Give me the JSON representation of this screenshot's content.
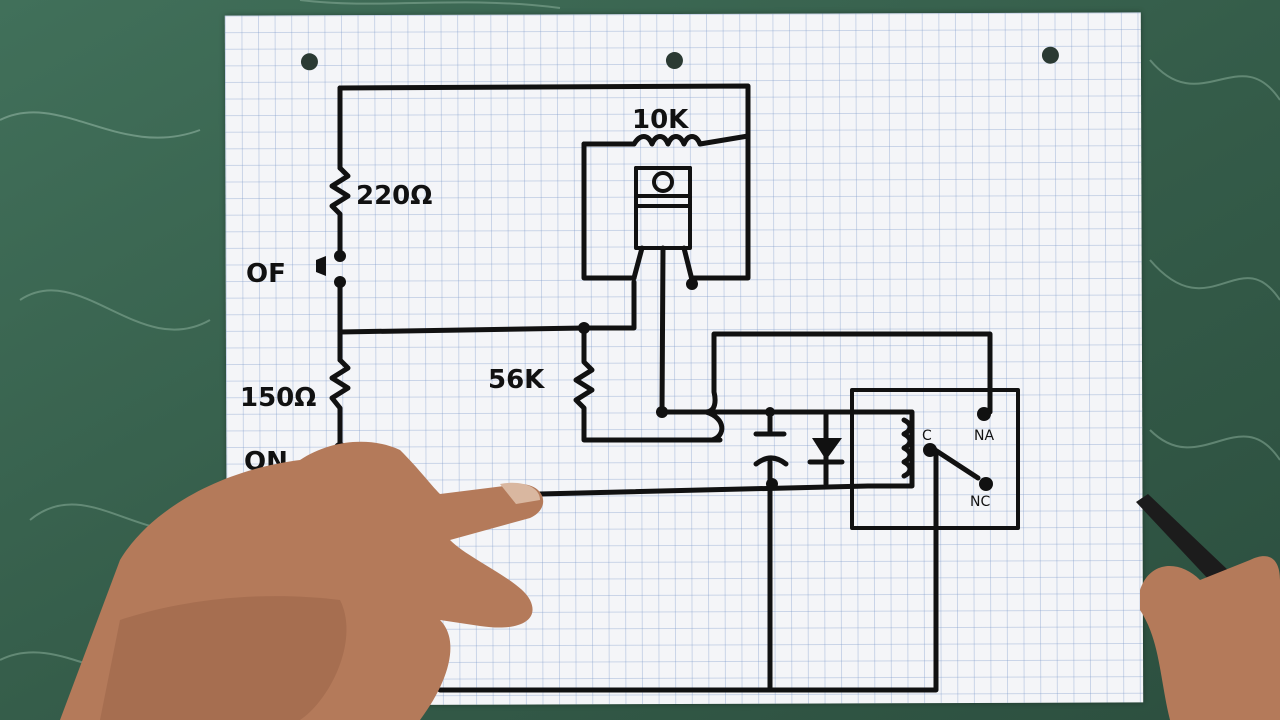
{
  "labels": {
    "r_top": "220Ω",
    "switch_off": "OF",
    "r_mid": "150Ω",
    "switch_on": "ON",
    "r_pot": "10K",
    "r_base": "56K",
    "relay_common": "C",
    "relay_no": "NA",
    "relay_nc": "NC"
  }
}
